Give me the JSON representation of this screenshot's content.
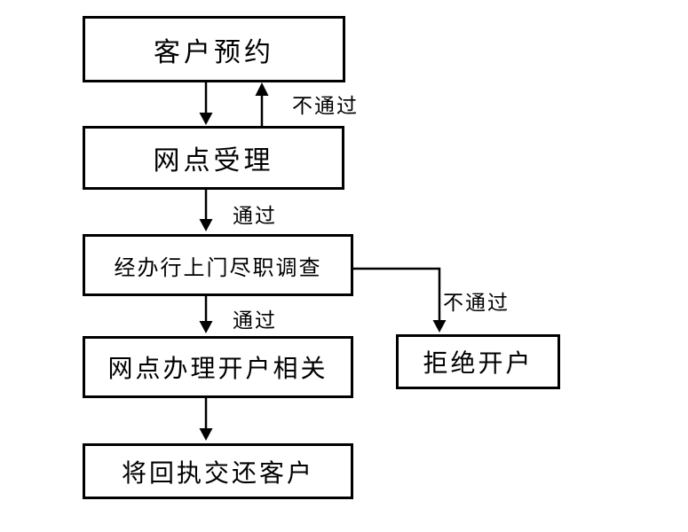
{
  "diagram": {
    "type": "flowchart",
    "background_color": "#ffffff",
    "line_color": "#000000",
    "nodes": [
      {
        "id": "customer-appointment",
        "label": "客户预约"
      },
      {
        "id": "branch-acceptance",
        "label": "网点受理"
      },
      {
        "id": "onsite-due-diligence",
        "label": "经办行上门尽职调查"
      },
      {
        "id": "branch-account-opening",
        "label": "网点办理开户相关"
      },
      {
        "id": "return-receipt-to-customer",
        "label": "将回执交还客户"
      },
      {
        "id": "refuse-account-opening",
        "label": "拒绝开户"
      }
    ],
    "edge_labels": [
      {
        "id": "acceptance-fail",
        "text": "不通过"
      },
      {
        "id": "acceptance-pass",
        "text": "通过"
      },
      {
        "id": "diligence-pass",
        "text": "通过"
      },
      {
        "id": "diligence-fail",
        "text": "不通过"
      }
    ],
    "edges": [
      {
        "from": "customer-appointment",
        "to": "branch-acceptance",
        "label": ""
      },
      {
        "from": "branch-acceptance",
        "to": "customer-appointment",
        "label": "不通过"
      },
      {
        "from": "branch-acceptance",
        "to": "onsite-due-diligence",
        "label": "通过"
      },
      {
        "from": "onsite-due-diligence",
        "to": "branch-account-opening",
        "label": "通过"
      },
      {
        "from": "onsite-due-diligence",
        "to": "refuse-account-opening",
        "label": "不通过"
      },
      {
        "from": "branch-account-opening",
        "to": "return-receipt-to-customer",
        "label": ""
      }
    ]
  }
}
